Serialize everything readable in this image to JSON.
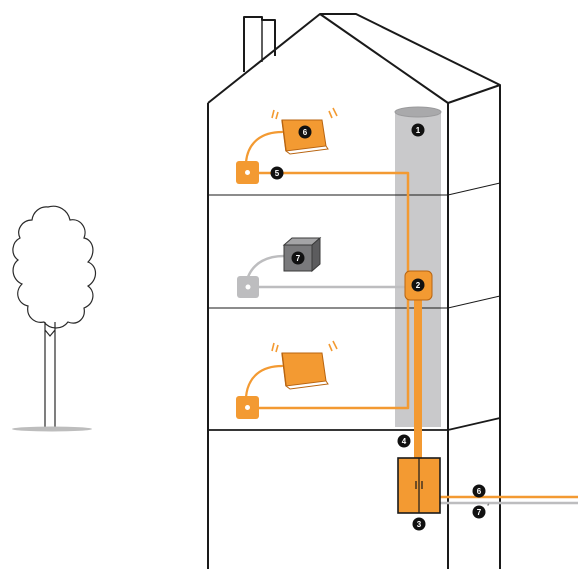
{
  "colors": {
    "orange": "#F39A32",
    "orange_dark": "#D9791A",
    "riser_gray": "#C9C9CB",
    "gray_line": "#BDBDBF",
    "gray_box": "#7A7A7C",
    "outline": "#1A1A1A",
    "marker_fill": "#111111"
  },
  "markers": {
    "m1": "1",
    "m2": "2",
    "m3": "3",
    "m4": "4",
    "m5": "5",
    "m6_top": "6",
    "m6_right": "6",
    "m7_middle": "7",
    "m7_right": "7"
  },
  "labels": {
    "m7_right_sup": "*"
  },
  "icons": {
    "tree": "tree-icon",
    "router": "router-icon",
    "tv_box": "tv-box-icon",
    "wall_socket": "wall-socket-icon"
  }
}
